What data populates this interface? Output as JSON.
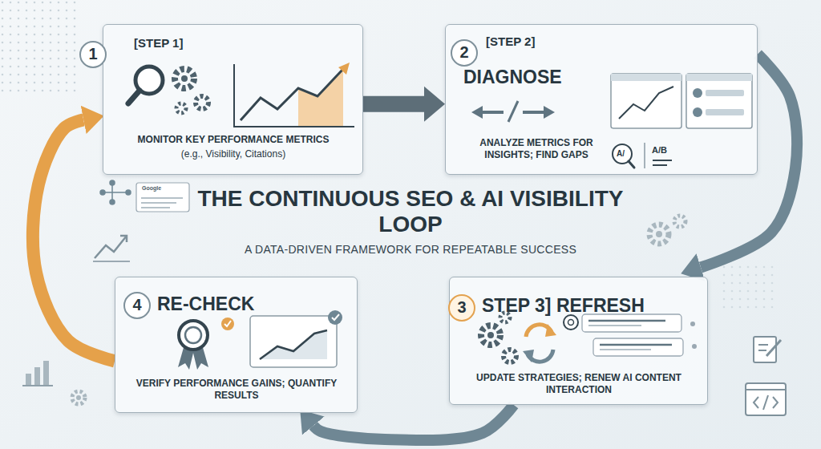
{
  "diagram": {
    "title": "THE CONTINUOUS SEO & AI VISIBILITY LOOP",
    "caption": "A DATA-DRIVEN FRAMEWORK FOR REPEATABLE SUCCESS",
    "nodes": [
      {
        "text": [
          "1",
          "[STEP 1]",
          "MONITOR KEY PERFORMANCE METRICS",
          "(e.g., Visibility, Citations)"
        ]
      },
      {
        "text": [
          "2",
          "[STEP 2]",
          "DIAGNOSE",
          "ANALYZE METRICS FOR INSIGHTS; FIND GAPS"
        ]
      },
      {
        "text": [
          "3",
          "STEP 3] REFRESH",
          "UPDATE STRATEGIES; RENEW AI CONTENT INTERACTION"
        ]
      },
      {
        "text": [
          "4",
          "RE-CHECK",
          "VERIFY PERFORMANCE GAINS; QUANTIFY RESULTS"
        ]
      }
    ],
    "edges": [
      {
        "from": 0,
        "to": 1,
        "arrow": "to"
      },
      {
        "from": 1,
        "to": 2,
        "arrow": "to"
      },
      {
        "from": 2,
        "to": 3,
        "arrow": "to"
      },
      {
        "from": 3,
        "to": 0,
        "arrow": "to"
      }
    ],
    "labels": [
      "Google",
      "A/",
      "A/B"
    ]
  }
}
